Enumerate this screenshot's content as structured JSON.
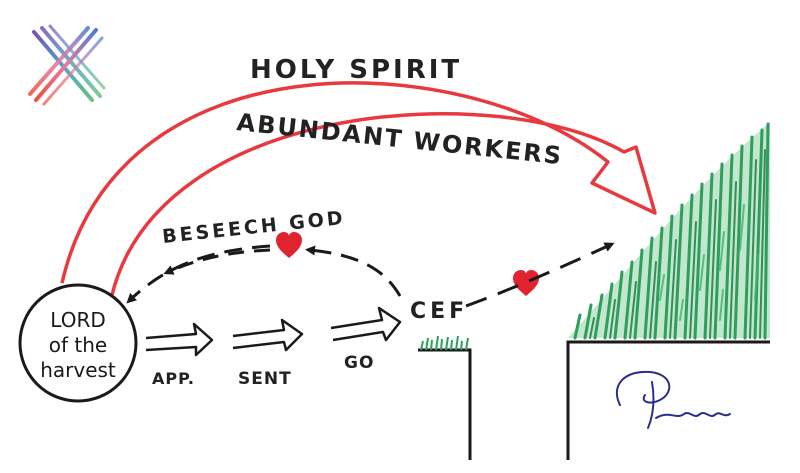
{
  "labels": {
    "holy_spirit": "HOLY SPIRIT",
    "abundant_workers": "ABUNDANT WORKERS",
    "beseech_god": "BESEECH GOD",
    "cef": "CEF",
    "lord_line1": "LORD",
    "lord_line2": "of the",
    "lord_line3": "harvest",
    "app": "APP.",
    "sent": "SENT",
    "go": "GO"
  },
  "colors": {
    "red": "#e8393f",
    "heart": "#e0232f",
    "ink": "#1a1a1a",
    "grass": "#2e9e5b",
    "grass_light": "#8fd1a6"
  },
  "icons": {
    "logo": "x-logo-icon",
    "heart": "heart-icon",
    "signature": "signature-mark"
  }
}
